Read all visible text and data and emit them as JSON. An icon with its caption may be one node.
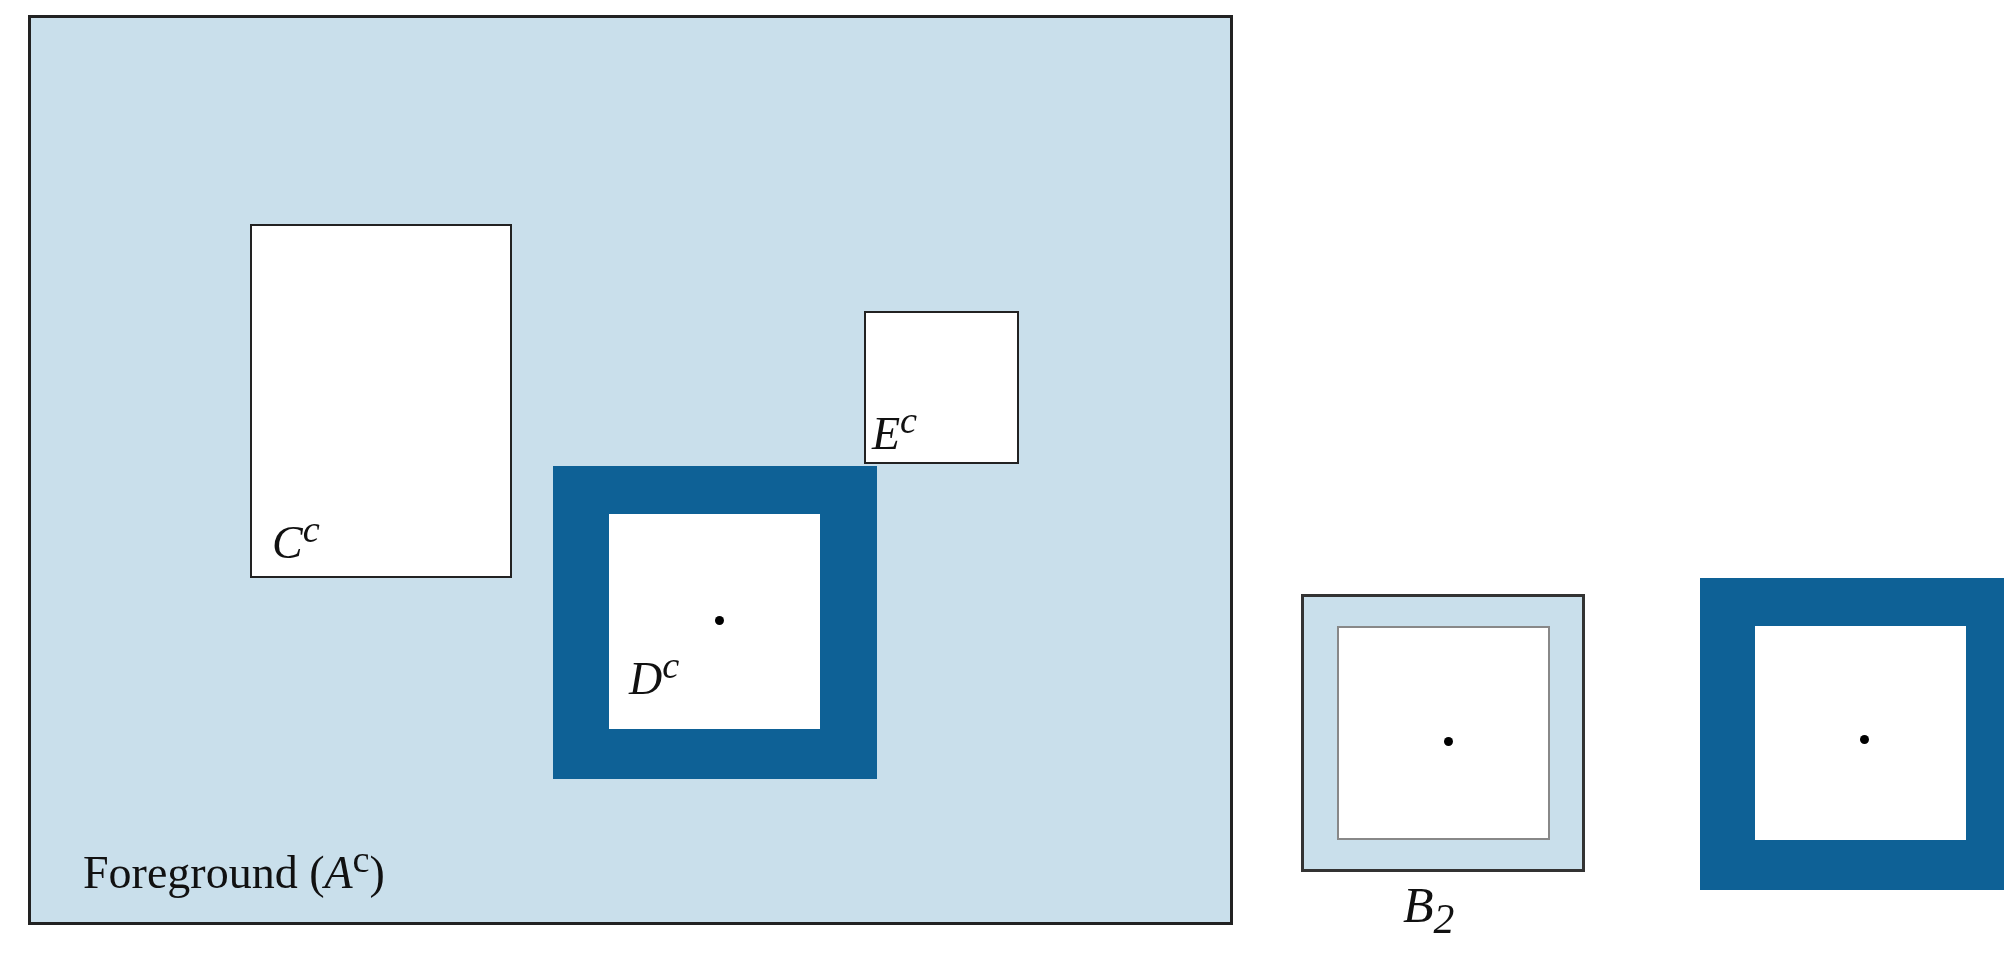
{
  "diagram": {
    "nodes": [
      {
        "text": [
          "Foreground (*A*$^{c}$)"
        ]
      },
      {
        "text": [
          "C$^{c}$"
        ],
        "in": 0
      },
      {
        "text": [
          "E$^{c}$"
        ],
        "in": 0
      },
      {
        "text": [
          "D$^{c}$"
        ],
        "in": 0
      },
      {
        "text": [],
        "shape": "box",
        "beside": [
          "B$_{2}$"
        ]
      },
      {
        "text": [],
        "shape": "box"
      }
    ],
    "edges": []
  }
}
